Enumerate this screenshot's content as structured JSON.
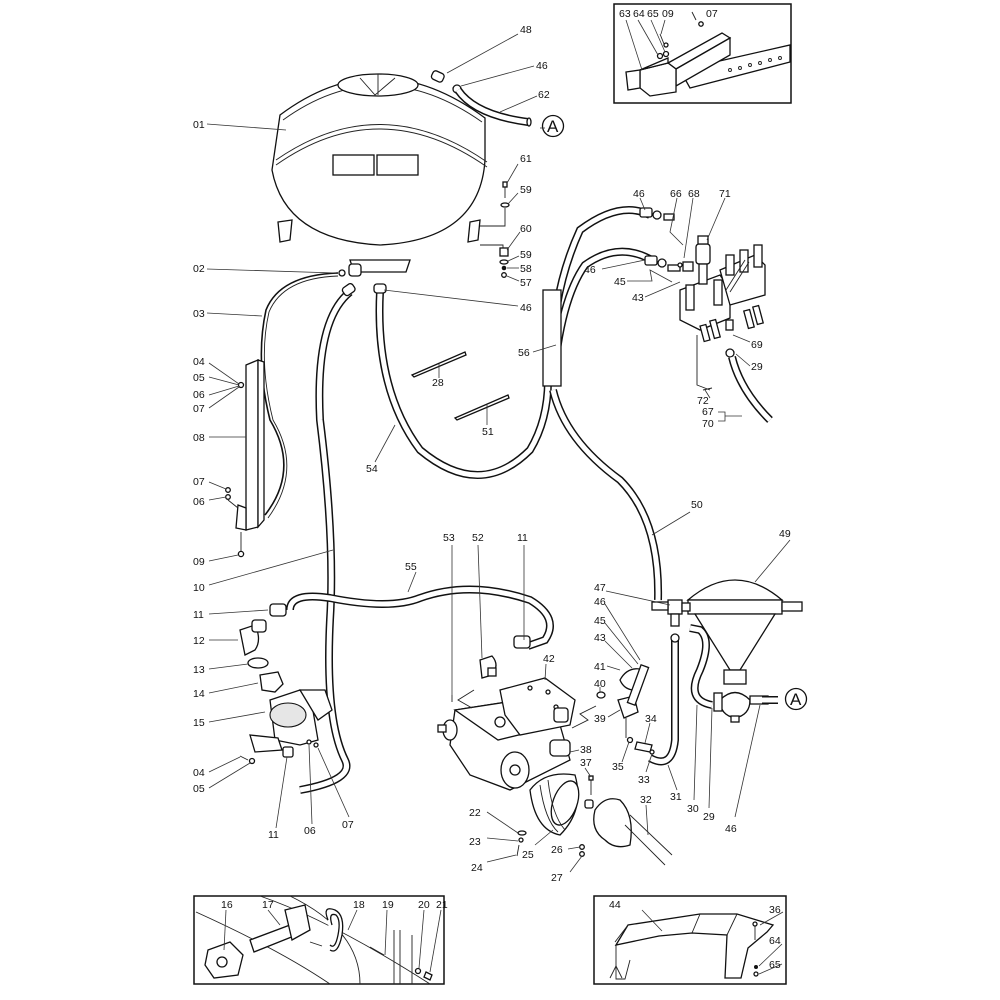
{
  "diagram": {
    "title": "Sprayer plumbing exploded parts diagram",
    "connector_symbol": "A",
    "inset_top_right": {
      "labels": [
        "63",
        "64",
        "65",
        "09",
        "07"
      ]
    },
    "inset_bottom_left": {
      "labels": [
        "16",
        "17",
        "18",
        "19",
        "20",
        "21"
      ]
    },
    "inset_bottom_right": {
      "labels": [
        "44",
        "36",
        "64",
        "65"
      ]
    },
    "callouts": [
      {
        "id": "c01",
        "text": "01"
      },
      {
        "id": "c48",
        "text": "48"
      },
      {
        "id": "c46a",
        "text": "46"
      },
      {
        "id": "c62",
        "text": "62"
      },
      {
        "id": "c61",
        "text": "61"
      },
      {
        "id": "c59a",
        "text": "59"
      },
      {
        "id": "c60",
        "text": "60"
      },
      {
        "id": "c59b",
        "text": "59"
      },
      {
        "id": "c58",
        "text": "58"
      },
      {
        "id": "c57",
        "text": "57"
      },
      {
        "id": "c02",
        "text": "02"
      },
      {
        "id": "c46b",
        "text": "46"
      },
      {
        "id": "c03",
        "text": "03"
      },
      {
        "id": "c04a",
        "text": "04"
      },
      {
        "id": "c05a",
        "text": "05"
      },
      {
        "id": "c06a",
        "text": "06"
      },
      {
        "id": "c07a",
        "text": "07"
      },
      {
        "id": "c08",
        "text": "08"
      },
      {
        "id": "c07b",
        "text": "07"
      },
      {
        "id": "c06b",
        "text": "06"
      },
      {
        "id": "c09",
        "text": "09"
      },
      {
        "id": "c10",
        "text": "10"
      },
      {
        "id": "c28",
        "text": "28"
      },
      {
        "id": "c51",
        "text": "51"
      },
      {
        "id": "c54",
        "text": "54"
      },
      {
        "id": "c56",
        "text": "56"
      },
      {
        "id": "c46c",
        "text": "46"
      },
      {
        "id": "c66",
        "text": "66"
      },
      {
        "id": "c68",
        "text": "68"
      },
      {
        "id": "c71",
        "text": "71"
      },
      {
        "id": "c46d",
        "text": "46"
      },
      {
        "id": "c45a",
        "text": "45"
      },
      {
        "id": "c43a",
        "text": "43"
      },
      {
        "id": "c69",
        "text": "69"
      },
      {
        "id": "c29a",
        "text": "29"
      },
      {
        "id": "c72",
        "text": "72"
      },
      {
        "id": "c67",
        "text": "67"
      },
      {
        "id": "c70",
        "text": "70"
      },
      {
        "id": "c50",
        "text": "50"
      },
      {
        "id": "c49",
        "text": "49"
      },
      {
        "id": "c53",
        "text": "53"
      },
      {
        "id": "c52",
        "text": "52"
      },
      {
        "id": "c11a",
        "text": "11"
      },
      {
        "id": "c55",
        "text": "55"
      },
      {
        "id": "c11b",
        "text": "11"
      },
      {
        "id": "c12",
        "text": "12"
      },
      {
        "id": "c13",
        "text": "13"
      },
      {
        "id": "c14",
        "text": "14"
      },
      {
        "id": "c15",
        "text": "15"
      },
      {
        "id": "c04b",
        "text": "04"
      },
      {
        "id": "c05b",
        "text": "05"
      },
      {
        "id": "c11c",
        "text": "11"
      },
      {
        "id": "c06c",
        "text": "06"
      },
      {
        "id": "c07c",
        "text": "07"
      },
      {
        "id": "c47",
        "text": "47"
      },
      {
        "id": "c46e",
        "text": "46"
      },
      {
        "id": "c45b",
        "text": "45"
      },
      {
        "id": "c43b",
        "text": "43"
      },
      {
        "id": "c42",
        "text": "42"
      },
      {
        "id": "c41",
        "text": "41"
      },
      {
        "id": "c40",
        "text": "40"
      },
      {
        "id": "c39",
        "text": "39"
      },
      {
        "id": "c34",
        "text": "34"
      },
      {
        "id": "c38",
        "text": "38"
      },
      {
        "id": "c37",
        "text": "37"
      },
      {
        "id": "c35",
        "text": "35"
      },
      {
        "id": "c33",
        "text": "33"
      },
      {
        "id": "c32",
        "text": "32"
      },
      {
        "id": "c31",
        "text": "31"
      },
      {
        "id": "c30",
        "text": "30"
      },
      {
        "id": "c29b",
        "text": "29"
      },
      {
        "id": "c46f",
        "text": "46"
      },
      {
        "id": "c22",
        "text": "22"
      },
      {
        "id": "c23",
        "text": "23"
      },
      {
        "id": "c24",
        "text": "24"
      },
      {
        "id": "c25",
        "text": "25"
      },
      {
        "id": "c26",
        "text": "26"
      },
      {
        "id": "c27",
        "text": "27"
      }
    ]
  }
}
